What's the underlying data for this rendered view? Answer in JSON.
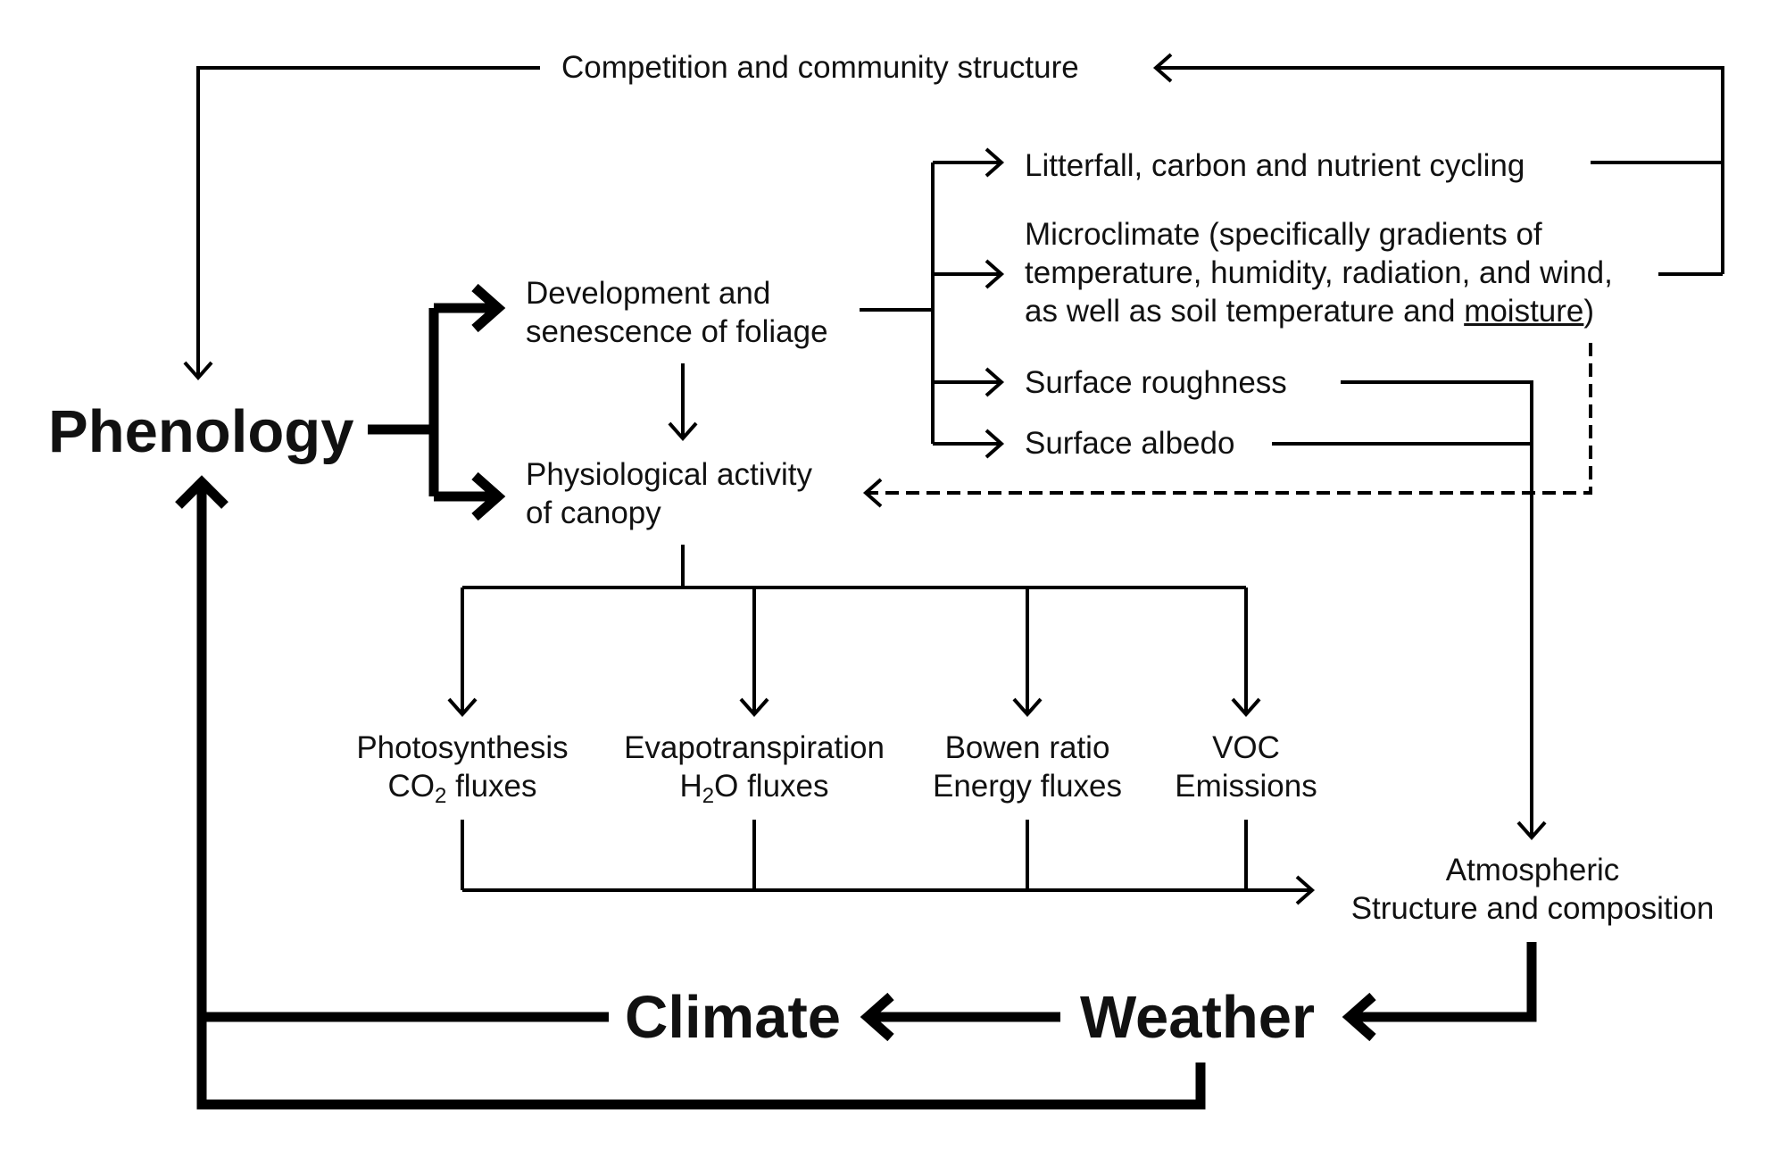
{
  "nodes": {
    "competition": "Competition and community structure",
    "phenology": "Phenology",
    "development": {
      "line1": "Development and",
      "line2": "senescence of foliage"
    },
    "physiological": {
      "line1": "Physiological activity",
      "line2": "of canopy"
    },
    "litterfall": "Litterfall, carbon and nutrient cycling",
    "microclimate": {
      "line1": "Microclimate (specifically gradients of",
      "line2": "temperature, humidity, radiation, and wind,",
      "line3_pre": "as well as soil temperature and ",
      "line3_underlined": "moisture",
      "line3_post": ")"
    },
    "roughness": "Surface roughness",
    "albedo": "Surface albedo",
    "photosynthesis": {
      "line1": "Photosynthesis",
      "line2_pre": "CO",
      "line2_sub": "2",
      "line2_post": " fluxes"
    },
    "evapotranspiration": {
      "line1": "Evapotranspiration",
      "line2_pre": "H",
      "line2_sub": "2",
      "line2_post": "O fluxes"
    },
    "bowen": {
      "line1": "Bowen ratio",
      "line2": "Energy fluxes"
    },
    "voc": {
      "line1": "VOC",
      "line2": "Emissions"
    },
    "atmospheric": {
      "line1": "Atmospheric",
      "line2": "Structure and composition"
    },
    "climate": "Climate",
    "weather": "Weather"
  },
  "colors": {
    "stroke": "#000000",
    "text": "#111111",
    "background": "#ffffff"
  }
}
